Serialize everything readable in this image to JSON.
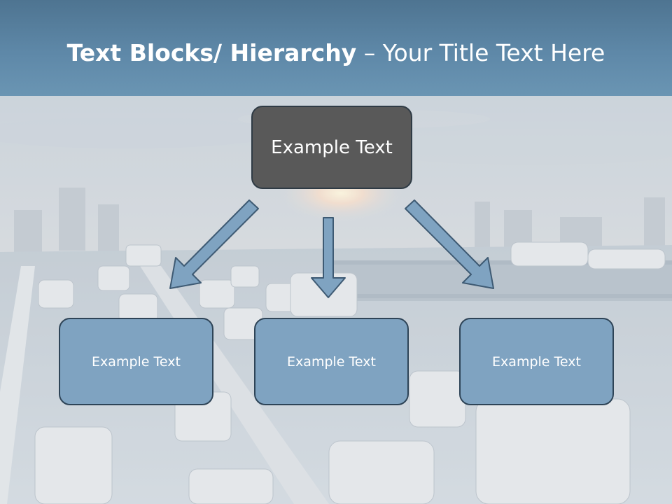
{
  "slide": {
    "title_bold": "Text Blocks/ Hierarchy",
    "title_regular": " – Your Title Text Here",
    "top_box": {
      "label": "Example Text"
    },
    "child_boxes": [
      {
        "label": "Example Text"
      },
      {
        "label": "Example Text"
      },
      {
        "label": "Example Text"
      }
    ]
  },
  "colors": {
    "header": "#5e88a8",
    "top_box_fill": "#595959",
    "child_box_fill": "#7fa3c1",
    "arrow_fill": "#7fa3c1",
    "arrow_outline": "#3e5a73"
  }
}
